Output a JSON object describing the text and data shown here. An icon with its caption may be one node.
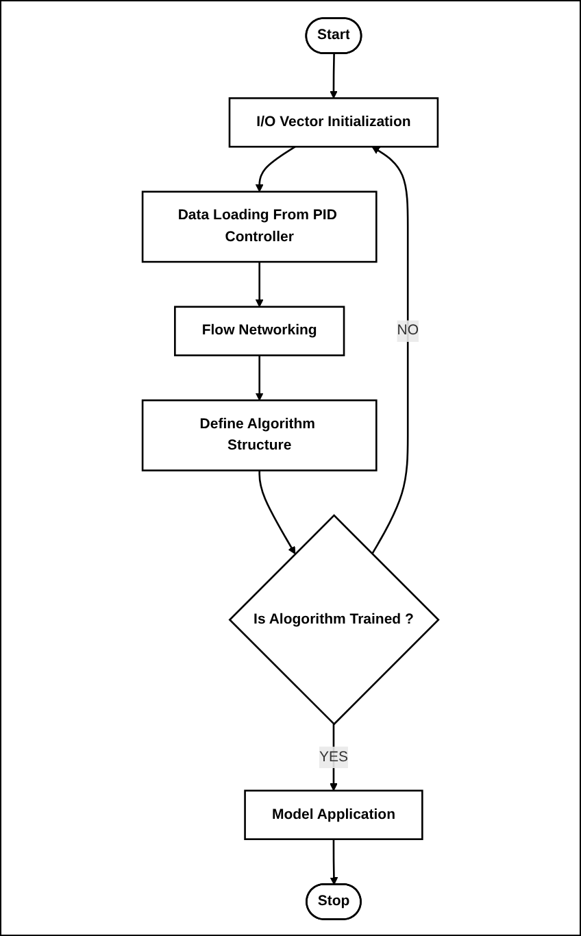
{
  "diagram": {
    "nodes": [
      {
        "text": [
          "Start"
        ]
      },
      {
        "text": [
          "I/O Vector Initialization"
        ]
      },
      {
        "text": [
          "Data Loading From PID Controller"
        ]
      },
      {
        "text": [
          "Flow Networking"
        ]
      },
      {
        "text": [
          "Define Algorithm Structure"
        ]
      },
      {
        "text": [
          "Is Alogorithm Trained ?"
        ]
      },
      {
        "text": [
          "Model Application"
        ]
      },
      {
        "text": [
          "Stop"
        ]
      }
    ],
    "edges": [
      {
        "from": 0,
        "to": 1,
        "arrow": "to"
      },
      {
        "from": 1,
        "to": 2,
        "arrow": "to"
      },
      {
        "from": 2,
        "to": 3,
        "arrow": "to"
      },
      {
        "from": 3,
        "to": 4,
        "arrow": "to"
      },
      {
        "from": 4,
        "to": 5,
        "arrow": "to"
      },
      {
        "from": 5,
        "to": 1,
        "arrow": "to",
        "label": "NO"
      },
      {
        "from": 5,
        "to": 6,
        "arrow": "to",
        "label": "YES"
      },
      {
        "from": 6,
        "to": 7,
        "arrow": "to"
      }
    ]
  }
}
